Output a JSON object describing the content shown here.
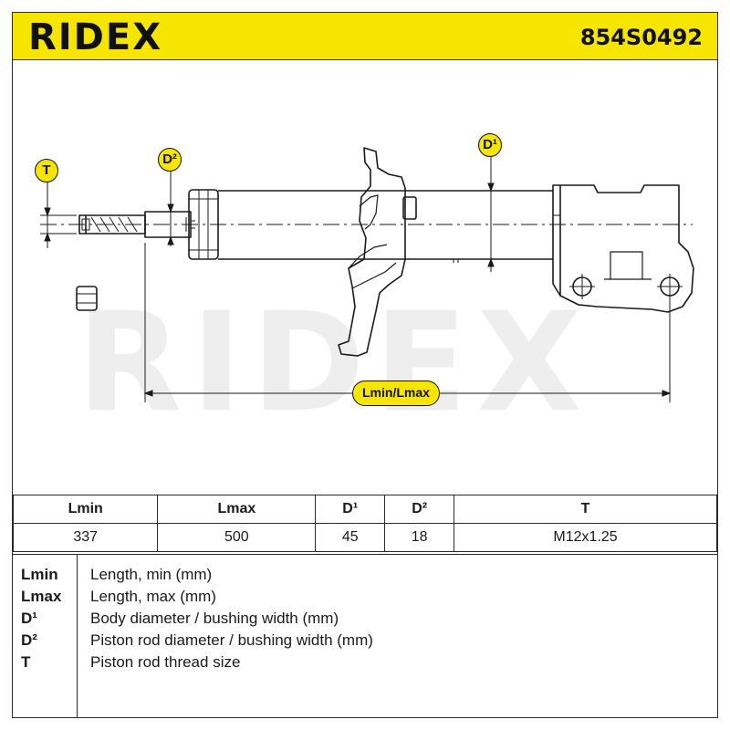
{
  "header": {
    "brand": "RIDEX",
    "part_number": "854S0492"
  },
  "drawing": {
    "watermark": "RIDEX",
    "labels": {
      "t": "T",
      "d2": "D²",
      "d1": "D¹",
      "length": "Lmin/Lmax"
    }
  },
  "spec_table": {
    "headers": [
      "Lmin",
      "Lmax",
      "D¹",
      "D²",
      "T"
    ],
    "values": [
      "337",
      "500",
      "45",
      "18",
      "M12x1.25"
    ]
  },
  "legend": [
    {
      "key": "Lmin",
      "desc": "Length, min (mm)"
    },
    {
      "key": "Lmax",
      "desc": "Length, max (mm)"
    },
    {
      "key": "D¹",
      "desc": "Body diameter / bushing width (mm)"
    },
    {
      "key": "D²",
      "desc": "Piston rod diameter / bushing width (mm)"
    },
    {
      "key": "T",
      "desc": "Piston rod thread size"
    }
  ],
  "colors": {
    "accent_yellow": "#f6e500",
    "line": "#1a1a1a"
  }
}
